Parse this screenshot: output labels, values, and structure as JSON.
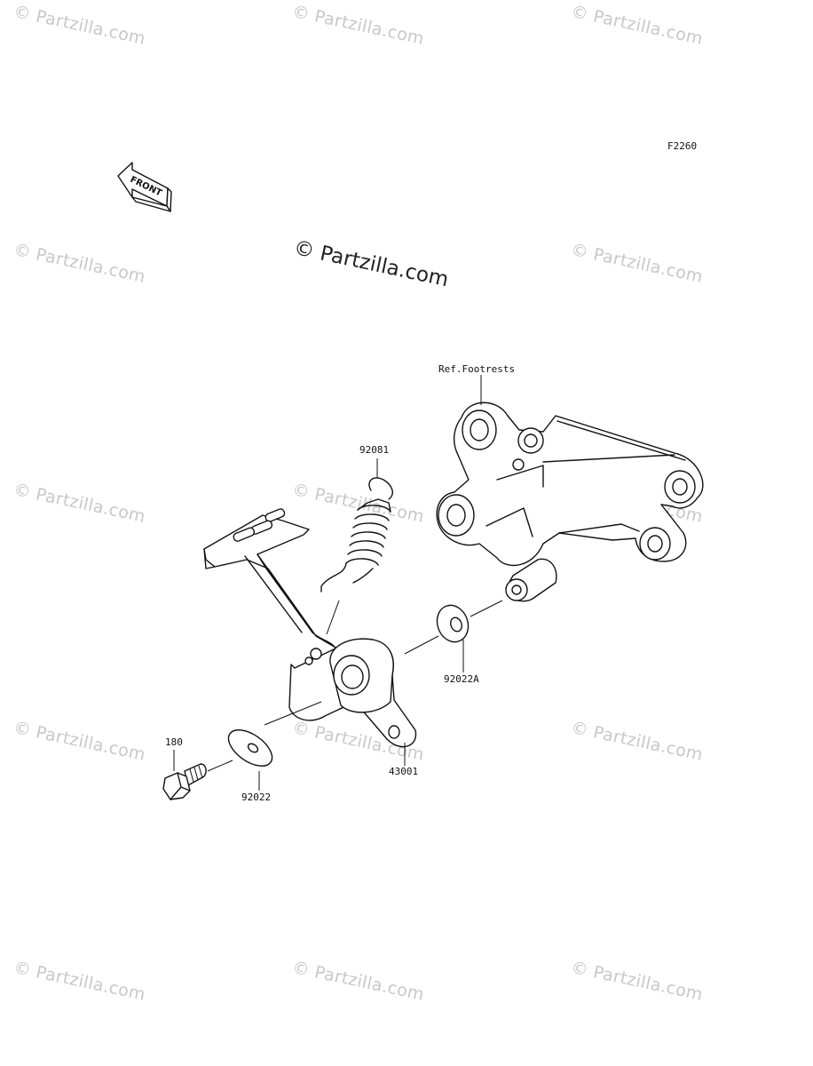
{
  "diagram_code": "F2260",
  "front_arrow_label": "FRONT",
  "watermark_main": "© Partzilla.com",
  "watermark_repeat": "© Partzilla.com",
  "parts": {
    "ref_footrests": "Ref.Footrests",
    "spring": "92081",
    "washer_a": "92022A",
    "pedal": "43001",
    "bolt": "180",
    "washer": "92022"
  }
}
